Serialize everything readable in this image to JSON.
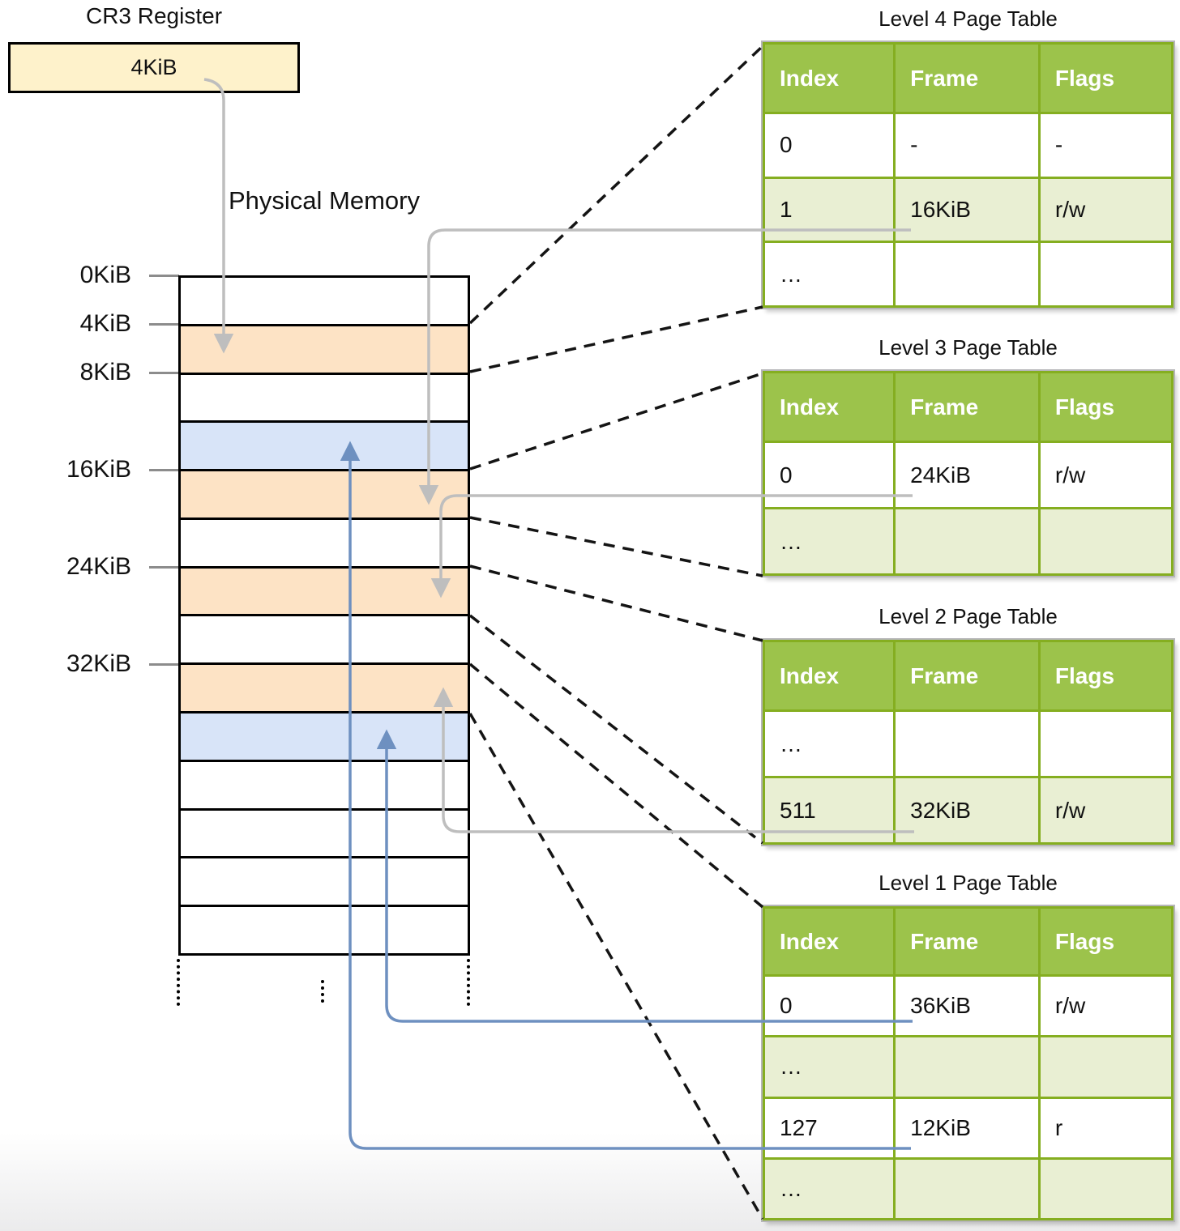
{
  "cr3": {
    "label": "CR3 Register",
    "value": "4KiB"
  },
  "physical_memory": {
    "label": "Physical Memory",
    "rows": [
      "white",
      "orange",
      "white",
      "blue",
      "orange",
      "white",
      "orange",
      "white",
      "orange",
      "blue",
      "white",
      "white",
      "white",
      "white"
    ],
    "address_labels": [
      {
        "text": "0KiB",
        "row": 0
      },
      {
        "text": "4KiB",
        "row": 1
      },
      {
        "text": "8KiB",
        "row": 2
      },
      {
        "text": "16KiB",
        "row": 4
      },
      {
        "text": "24KiB",
        "row": 6
      },
      {
        "text": "32KiB",
        "row": 8
      }
    ]
  },
  "tables": [
    {
      "id": "level4",
      "title": "Level 4 Page Table",
      "columns": [
        "Index",
        "Frame",
        "Flags"
      ],
      "rows": [
        {
          "cells": [
            "0",
            "-",
            "-"
          ],
          "shade": false
        },
        {
          "cells": [
            "1",
            "16KiB",
            "r/w"
          ],
          "shade": true
        },
        {
          "cells": [
            "…",
            "",
            ""
          ],
          "shade": false
        }
      ]
    },
    {
      "id": "level3",
      "title": "Level 3 Page Table",
      "columns": [
        "Index",
        "Frame",
        "Flags"
      ],
      "rows": [
        {
          "cells": [
            "0",
            "24KiB",
            "r/w"
          ],
          "shade": false
        },
        {
          "cells": [
            "…",
            "",
            ""
          ],
          "shade": true
        }
      ]
    },
    {
      "id": "level2",
      "title": "Level 2 Page Table",
      "columns": [
        "Index",
        "Frame",
        "Flags"
      ],
      "rows": [
        {
          "cells": [
            "…",
            "",
            ""
          ],
          "shade": false
        },
        {
          "cells": [
            "511",
            "32KiB",
            "r/w"
          ],
          "shade": true
        }
      ]
    },
    {
      "id": "level1",
      "title": "Level 1 Page Table",
      "columns": [
        "Index",
        "Frame",
        "Flags"
      ],
      "rows": [
        {
          "cells": [
            "0",
            "36KiB",
            "r/w"
          ],
          "shade": false
        },
        {
          "cells": [
            "…",
            "",
            ""
          ],
          "shade": true
        },
        {
          "cells": [
            "127",
            "12KiB",
            "r"
          ],
          "shade": false
        },
        {
          "cells": [
            "…",
            "",
            ""
          ],
          "shade": true
        }
      ]
    }
  ],
  "connectors": {
    "pointer_arrows": [
      {
        "from": "CR3 register (4KiB)",
        "to": "frame 4KiB",
        "color": "gray"
      },
      {
        "from": "Level 4 entry 1 (16KiB)",
        "to": "frame 16KiB",
        "color": "gray"
      },
      {
        "from": "Level 3 entry 0 (24KiB)",
        "to": "frame 24KiB",
        "color": "gray"
      },
      {
        "from": "Level 2 entry 511 (32KiB)",
        "to": "frame 32KiB",
        "color": "gray"
      },
      {
        "from": "Level 1 entry 0 (36KiB)",
        "to": "frame 36KiB",
        "color": "blue"
      },
      {
        "from": "Level 1 entry 127 (12KiB)",
        "to": "frame 12KiB",
        "color": "blue"
      }
    ],
    "frame_links": [
      {
        "frame": "4KiB",
        "table": "Level 4 Page Table"
      },
      {
        "frame": "16KiB",
        "table": "Level 3 Page Table"
      },
      {
        "frame": "24KiB",
        "table": "Level 2 Page Table"
      },
      {
        "frame": "32KiB",
        "table": "Level 1 Page Table"
      }
    ]
  },
  "palette": {
    "table_header_green": "#9CC34B",
    "table_border_green": "#85AE20",
    "table_row_light_green": "#E9EFD3",
    "frame_orange": "#FDE3C5",
    "frame_blue": "#D8E4F8",
    "cr3_cream": "#FEF2CB",
    "gray_arrow": "#BEBEBE",
    "blue_arrow": "#6E90C0",
    "dashed_line": "#141414"
  }
}
